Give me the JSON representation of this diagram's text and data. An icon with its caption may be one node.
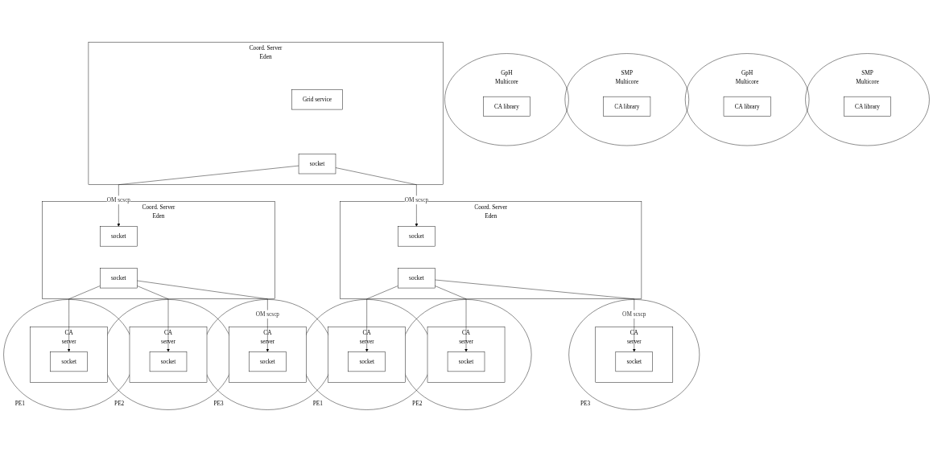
{
  "diagram": {
    "nodes": [
      {
        "text": [
          "Coord. Server",
          "Eden"
        ]
      },
      {
        "text": [
          "Grid service"
        ],
        "in": 0
      },
      {
        "text": [
          "socket"
        ],
        "in": 0
      },
      {
        "text": [
          "GpH"
        ],
        "beside": [
          "Multicore"
        ]
      },
      {
        "text": [
          "CA library"
        ],
        "in": 3
      },
      {
        "text": [
          "SMP"
        ],
        "beside": [
          "Multicore"
        ]
      },
      {
        "text": [
          "CA library"
        ],
        "in": 5
      },
      {
        "text": [
          "Coord. Server",
          "Eden"
        ]
      },
      {
        "text": [
          "socket"
        ],
        "in": 7
      },
      {
        "text": [
          "socket"
        ],
        "in": 7
      },
      {
        "text": [],
        "shape": "circle",
        "beside": [
          "PE1"
        ]
      },
      {
        "text": [
          "CA",
          "server"
        ],
        "in": 10
      },
      {
        "text": [
          "socket"
        ],
        "in": 11
      },
      {
        "text": [],
        "shape": "circle",
        "beside": [
          "PE2"
        ]
      },
      {
        "text": [
          "CA",
          "server"
        ],
        "in": 13
      },
      {
        "text": [
          "socket"
        ],
        "in": 14
      },
      {
        "text": [],
        "shape": "circle",
        "beside": [
          "PE3"
        ]
      },
      {
        "text": [
          "CA",
          "server"
        ],
        "in": 16
      },
      {
        "text": [
          "socket"
        ],
        "in": 17
      },
      {
        "text": [
          "GpH"
        ],
        "beside": [
          "Multicore"
        ]
      },
      {
        "text": [
          "CA library"
        ],
        "in": 19
      },
      {
        "text": [
          "SMP"
        ],
        "beside": [
          "Multicore"
        ]
      },
      {
        "text": [
          "CA library"
        ],
        "in": 21
      },
      {
        "text": [
          "Coord. Server",
          "Eden"
        ]
      },
      {
        "text": [
          "socket"
        ],
        "in": 23
      },
      {
        "text": [
          "socket"
        ],
        "in": 23
      },
      {
        "text": [],
        "shape": "circle",
        "beside": [
          "PE1"
        ]
      },
      {
        "text": [
          "CA",
          "server"
        ],
        "in": 26
      },
      {
        "text": [
          "socket"
        ],
        "in": 27
      },
      {
        "text": [],
        "shape": "circle",
        "beside": [
          "PE2"
        ]
      },
      {
        "text": [
          "CA",
          "server"
        ],
        "in": 29
      },
      {
        "text": [
          "socket"
        ],
        "in": 30
      },
      {
        "text": [],
        "shape": "circle",
        "beside": [
          "PE3"
        ]
      },
      {
        "text": [
          "CA",
          "server"
        ],
        "in": 32
      },
      {
        "text": [
          "socket"
        ],
        "in": 33
      }
    ],
    "edges": [
      {
        "from": 2,
        "to": 8,
        "arrow": "to",
        "label": "OM scscp"
      },
      {
        "from": 2,
        "to": 24,
        "arrow": "to",
        "label": "OM scscp"
      },
      {
        "from": 9,
        "to": 12,
        "arrow": "to"
      },
      {
        "from": 9,
        "to": 15,
        "arrow": "to"
      },
      {
        "from": 9,
        "to": 18,
        "arrow": "to",
        "label": "OM scscp"
      },
      {
        "from": 25,
        "to": 28,
        "arrow": "to"
      },
      {
        "from": 25,
        "to": 31,
        "arrow": "to"
      },
      {
        "from": 25,
        "to": 34,
        "arrow": "to",
        "label": "OM scscp"
      }
    ]
  }
}
